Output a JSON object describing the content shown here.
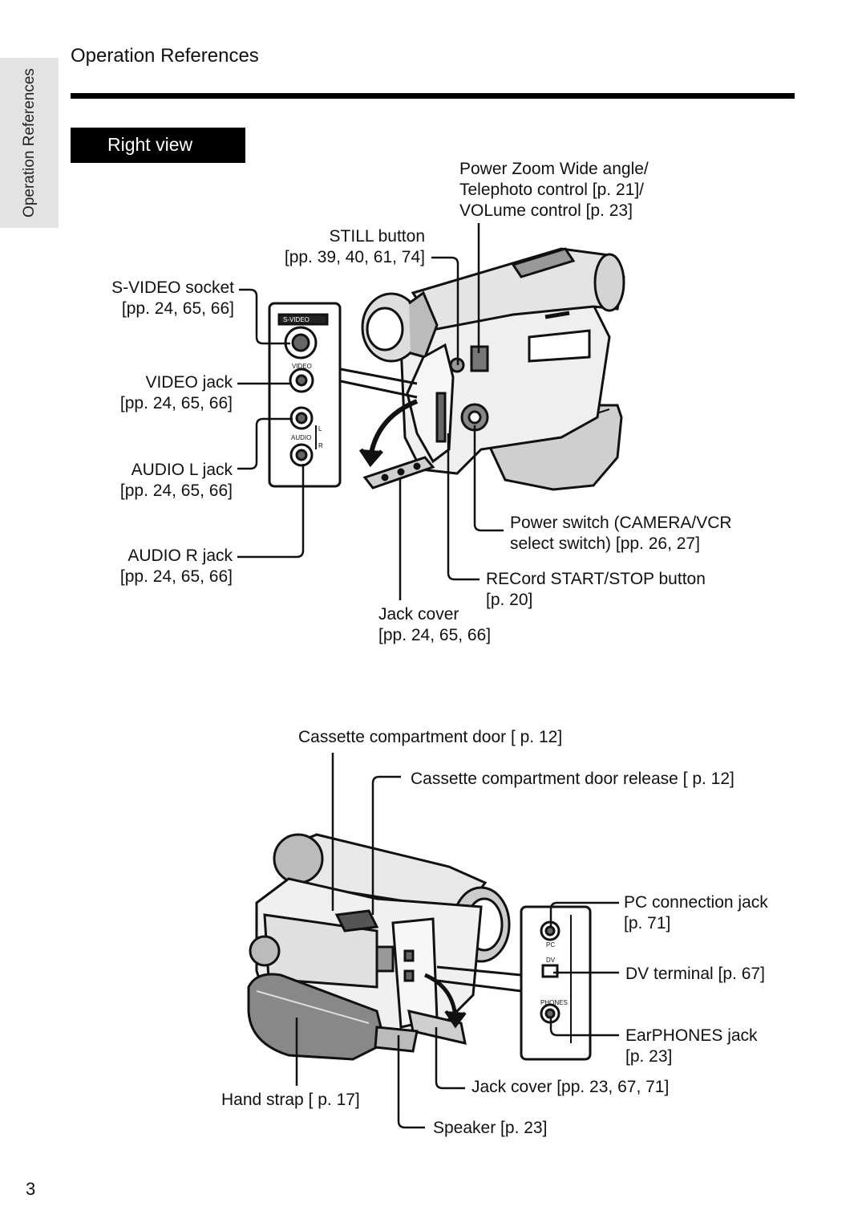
{
  "sidebar": {
    "tab_label": "Operation References"
  },
  "header": {
    "title": "Operation References"
  },
  "section": {
    "title": "Right view"
  },
  "labels_top": {
    "power_zoom": [
      "Power Zoom Wide angle/",
      "Telephoto control [p. 21]/",
      "VOLume control [p. 23]"
    ],
    "still": [
      "STILL button",
      "[pp. 39, 40, 61, 74]"
    ],
    "svideo": [
      "S-VIDEO socket",
      "[pp. 24, 65, 66]"
    ],
    "video": [
      "VIDEO jack",
      "[pp. 24, 65, 66]"
    ],
    "audio_l": [
      "AUDIO L jack",
      "[pp. 24, 65, 66]"
    ],
    "audio_r": [
      "AUDIO R jack",
      "[pp. 24, 65, 66]"
    ],
    "power_switch": [
      "Power switch (CAMERA/VCR",
      "select switch) [pp. 26, 27]"
    ],
    "record": [
      "RECord START/STOP button",
      "[p. 20]"
    ],
    "jack_cover": [
      "Jack cover",
      "[pp. 24, 65, 66]"
    ]
  },
  "panel_top": {
    "svideo": "S-VIDEO",
    "video": "VIDEO",
    "audio": "AUDIO",
    "l": "L",
    "r": "R"
  },
  "labels_bottom": {
    "cassette_door": "Cassette compartment door [ p. 12]",
    "cassette_release": "Cassette compartment door release [ p. 12]",
    "pc_jack": [
      "PC connection jack",
      "[p. 71]"
    ],
    "dv_terminal": "DV terminal [p. 67]",
    "earphones": [
      "EarPHONES jack",
      "[p. 23]"
    ],
    "jack_cover": "Jack cover [pp. 23, 67, 71]",
    "hand_strap": "Hand strap [ p. 17]",
    "speaker": "Speaker [p. 23]"
  },
  "panel_bottom": {
    "pc": "PC",
    "dv": "DV",
    "phones": "PHONES"
  },
  "page_number": "3"
}
